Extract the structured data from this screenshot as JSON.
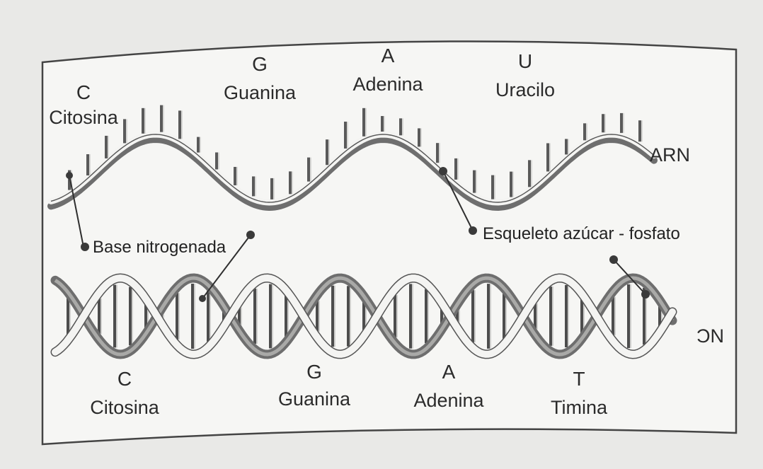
{
  "rna": {
    "label": "ARN",
    "bases": [
      {
        "letter": "C",
        "name": "Citosina"
      },
      {
        "letter": "G",
        "name": "Guanina"
      },
      {
        "letter": "A",
        "name": "Adenina"
      },
      {
        "letter": "U",
        "name": "Uracilo"
      }
    ]
  },
  "dna": {
    "label": "ƆN",
    "bases": [
      {
        "letter": "C",
        "name": "Citosina"
      },
      {
        "letter": "G",
        "name": "Guanina"
      },
      {
        "letter": "A",
        "name": "Adenina"
      },
      {
        "letter": "T",
        "name": "Timina"
      }
    ]
  },
  "callouts": {
    "base": "Base nitrogenada",
    "backbone": "Esqueleto azúcar - fosfato"
  },
  "colors": {
    "background": "#e9e9e7",
    "panel": "#f6f6f4",
    "strand_dark": "#6e6e6e",
    "strand_light": "#f4f4f2",
    "ink": "#2b2b2b"
  }
}
